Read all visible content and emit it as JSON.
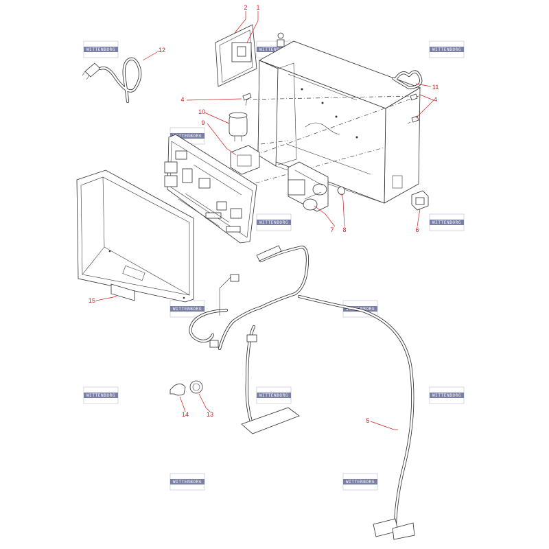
{
  "watermark": "WITTENBORG",
  "part_labels": [
    "1",
    "2",
    "4",
    "4",
    "5",
    "6",
    "7",
    "8",
    "9",
    "10",
    "11",
    "12",
    "13",
    "14",
    "15"
  ],
  "colors": {
    "label": "#d01818",
    "line_art": "#2a2a2a",
    "watermark": "#7a7fa8"
  }
}
